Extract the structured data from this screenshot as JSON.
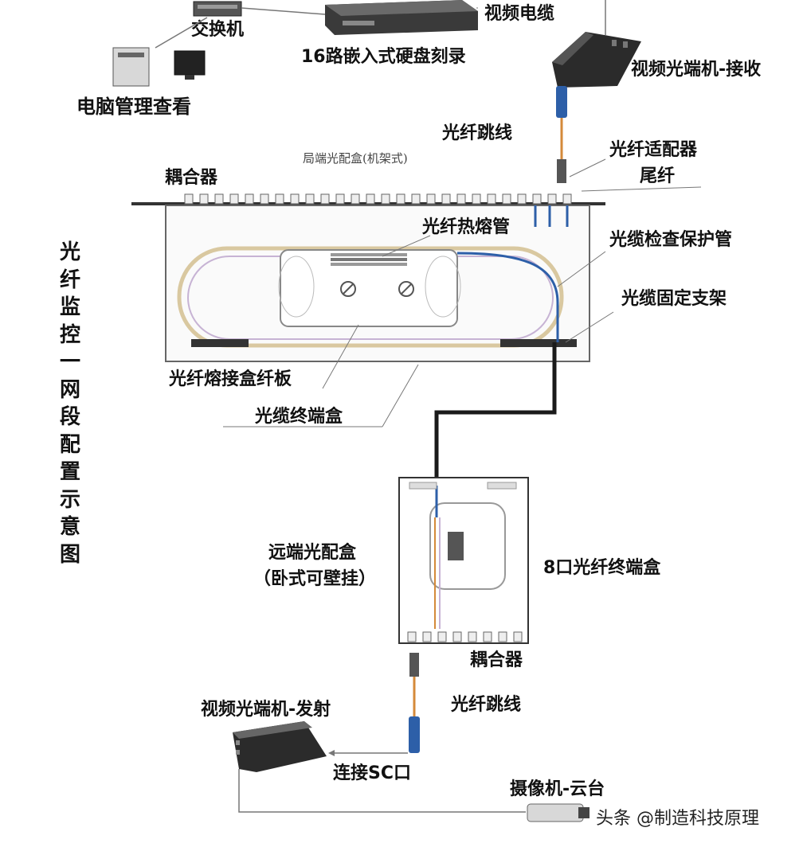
{
  "title_vertical": "光纤监控一网段配置示意图",
  "labels": {
    "switch": "交换机",
    "nvr": "16路嵌入式硬盘刻录",
    "video_cable": "视频电缆",
    "receiver": "视频光端机-接收",
    "pc": "电脑管理查看",
    "patch_cord_top": "光纤跳线",
    "rack_box": "局端光配盒(机架式)",
    "adapter": "光纤适配器",
    "pigtail": "尾纤",
    "coupler_top": "耦合器",
    "heat_shrink": "光纤热熔管",
    "protect_tube": "光缆检查保护管",
    "fixing_bracket": "光缆固定支架",
    "splice_tray": "光纤熔接盒纤板",
    "terminal_box": "光缆终端盒",
    "remote_box_line1": "远端光配盒",
    "remote_box_line2": "（卧式可壁挂）",
    "eight_port": "8口光纤终端盒",
    "coupler_bottom": "耦合器",
    "patch_cord_bottom": "光纤跳线",
    "transmitter": "视频光端机-发射",
    "sc_port": "连接SC口",
    "camera": "摄像机-云台"
  },
  "watermark": "头条 @制造科技原理",
  "colors": {
    "fiber_blue": "#2d5fa8",
    "cable_black": "#1a1a1a",
    "fiber_orange": "#d48a3a",
    "device_dark": "#2b2b2b"
  }
}
